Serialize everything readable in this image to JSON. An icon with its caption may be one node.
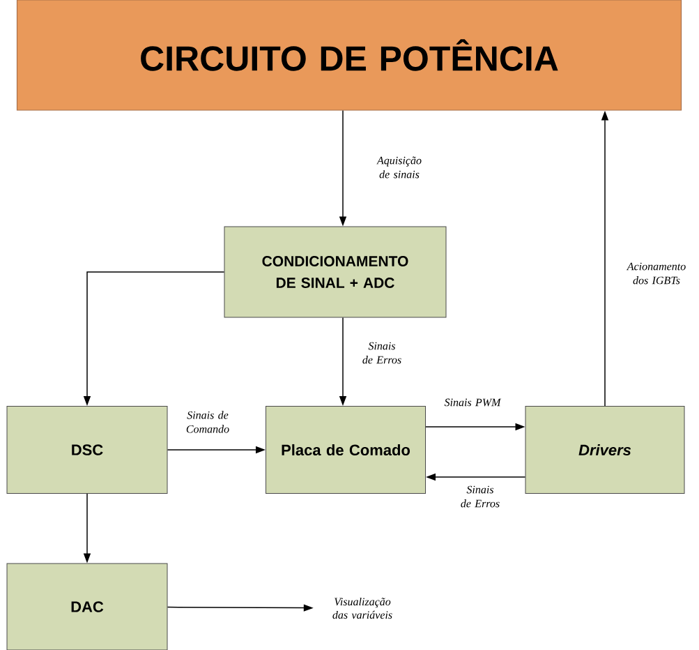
{
  "diagram": {
    "nodes": [
      {
        "text": [
          "CIRCUITO DE POTÊNCIA"
        ]
      },
      {
        "text": [
          "CONDICIONAMENTO DE SINAL + ADC"
        ]
      },
      {
        "text": [
          "DSC"
        ]
      },
      {
        "text": [
          "Placa de Comado"
        ]
      },
      {
        "text": [
          "Drivers"
        ]
      },
      {
        "text": [
          "DAC"
        ]
      },
      {
        "text": [
          "Visualização das variáveis"
        ]
      }
    ],
    "edges": [
      {
        "from": 0,
        "to": 1,
        "arrow": "to",
        "label": "Aquisição de sinais"
      },
      {
        "from": 1,
        "to": 2,
        "arrow": "to"
      },
      {
        "from": 1,
        "to": 3,
        "arrow": "to",
        "label": "Sinais de Erros"
      },
      {
        "from": 2,
        "to": 3,
        "arrow": "to",
        "label": "Sinais de Comando"
      },
      {
        "from": 3,
        "to": 4,
        "arrow": "to",
        "label": "Sinais PWM"
      },
      {
        "from": 4,
        "to": 3,
        "arrow": "to",
        "label": "Sinais de Erros"
      },
      {
        "from": 4,
        "to": 0,
        "arrow": "to",
        "label": "Acionamento dos IGBTs"
      },
      {
        "from": 2,
        "to": 5,
        "arrow": "to"
      },
      {
        "from": 5,
        "to": 6,
        "arrow": "to"
      }
    ]
  }
}
